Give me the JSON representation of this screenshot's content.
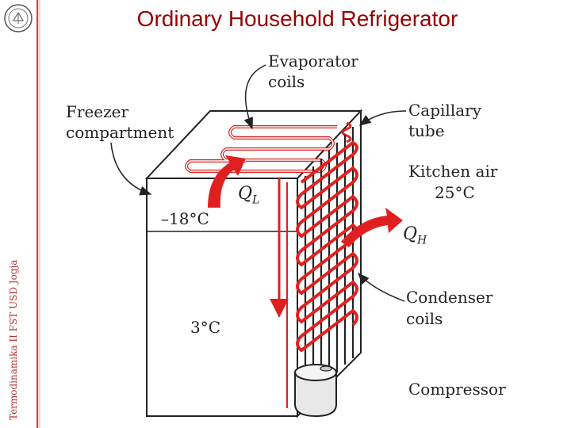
{
  "title": "Ordinary Household Refrigerator",
  "sidebar_text": "Termodinamika II FST USD Jogja",
  "labels": {
    "evaporator_1": "Evaporator",
    "evaporator_2": "coils",
    "freezer_1": "Freezer",
    "freezer_2": "compartment",
    "capillary_1": "Capillary",
    "capillary_2": "tube",
    "kitchen_1": "Kitchen air",
    "kitchen_2": "25°C",
    "freezer_temp": "–18°C",
    "fridge_temp": "3°C",
    "condenser_1": "Condenser",
    "condenser_2": "coils",
    "compressor": "Compressor",
    "ql_main": "Q",
    "ql_sub": "L",
    "qh_main": "Q",
    "qh_sub": "H"
  },
  "colors": {
    "title": "#990000",
    "coil": "#e02020",
    "line": "#222222"
  }
}
